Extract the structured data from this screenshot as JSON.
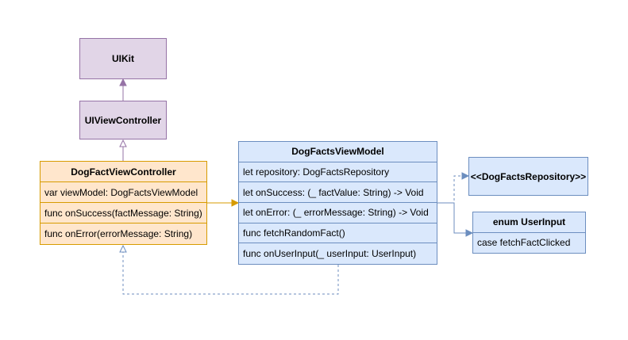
{
  "uikit": {
    "title": "UIKit"
  },
  "uiviewcontroller": {
    "title": "UIViewController"
  },
  "dog_fact_view_controller": {
    "title": "DogFactViewController",
    "members": [
      "var viewModel: DogFactsViewModel",
      "func onSuccess(factMessage: String)",
      "func onError(errorMessage: String)"
    ]
  },
  "dog_facts_view_model": {
    "title": "DogFactsViewModel",
    "members": [
      "let repository: DogFactsRepository",
      "let onSuccess: (_ factValue: String) -> Void",
      "let onError: (_ errorMessage: String) -> Void",
      "func fetchRandomFact()",
      "func onUserInput(_ userInput: UserInput)"
    ]
  },
  "dog_facts_repository": {
    "title": "<<DogFactsRepository>>"
  },
  "user_input": {
    "title": "enum UserInput",
    "members": [
      "case fetchFactClicked"
    ]
  },
  "colors": {
    "purple_fill": "#e1d5e7",
    "purple_stroke": "#9673a6",
    "orange_fill": "#ffe6cc",
    "orange_stroke": "#d79b00",
    "blue_fill": "#dae8fc",
    "blue_stroke": "#6c8ebf"
  }
}
